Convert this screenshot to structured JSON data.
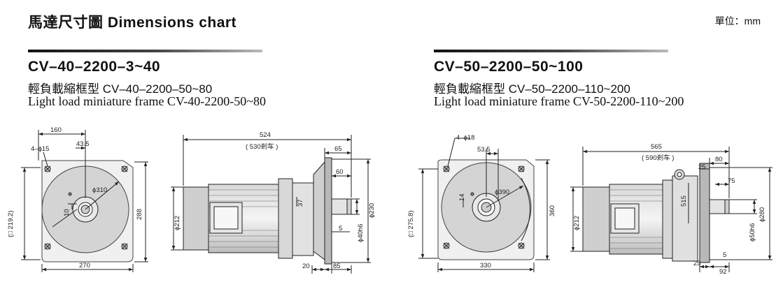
{
  "header": {
    "title": "馬達尺寸圖  Dimensions chart",
    "unit": "單位：mm"
  },
  "left": {
    "model": "CV–40–2200–3~40",
    "sub_cn": "輕負載縮框型  CV–40–2200–50~80",
    "sub_en": "Light load miniature frame  CV-40-2200-50~80",
    "dims": {
      "d160": "160",
      "holes": "4–ϕ15",
      "d43_5": "43.5",
      "d310": "ϕ310",
      "d10": "10",
      "d219_2": "(□ 219.2)",
      "d288": "288",
      "d270": "270",
      "d524": "524",
      "d530": "( 530剎车 )",
      "d65": "65",
      "d60": "60",
      "d37": "37",
      "d212": "ϕ212",
      "d5": "5",
      "d230": "ϕ230",
      "d40h6": "ϕ40h6",
      "d20": "20",
      "d85": "85"
    }
  },
  "right": {
    "model": "CV–50–2200–50~100",
    "sub_cn": "輕負載縮框型  CV–50–2200–110~200",
    "sub_en": "Light load miniature frame  CV-50-2200-110~200",
    "dims": {
      "holes": "4–ϕ18",
      "d53_5": "53.5",
      "d14": "14",
      "d390": "ϕ390",
      "d275_8": "(□ 275.8)",
      "d360": "360",
      "d330": "330",
      "d565": "565",
      "d590": "( 590剎车 )",
      "d80": "80",
      "d25a": "25",
      "d75": "75",
      "d515": "515",
      "d212": "ϕ212",
      "d280": "ϕ280",
      "d50h6": "ϕ50h6",
      "d5": "5",
      "d25b": "25",
      "d92": "92"
    }
  }
}
